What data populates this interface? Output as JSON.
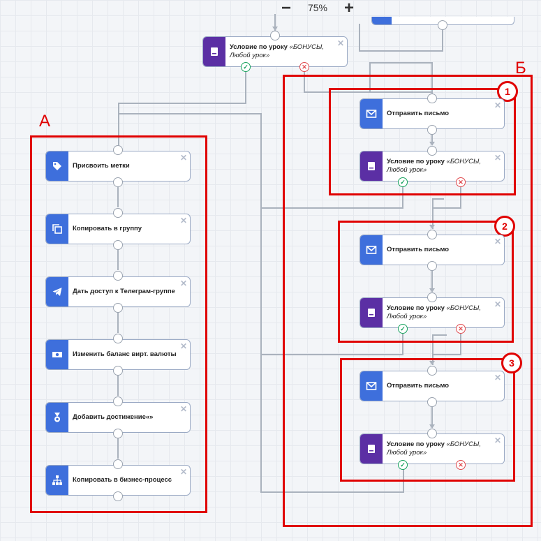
{
  "toolbar": {
    "zoom_out": "−",
    "zoom_level": "75%",
    "zoom_in": "+"
  },
  "top_condition": {
    "title": "Условие по уроку ",
    "detail": "«БОНУСЫ, Любой урок»"
  },
  "group_a": {
    "letter": "А",
    "nodes": [
      {
        "label": "Присвоить метки",
        "icon": "tag-icon"
      },
      {
        "label": "Копировать в группу",
        "icon": "copy-icon"
      },
      {
        "label": "Дать доступ к Телеграм-группе",
        "icon": "telegram-icon"
      },
      {
        "label": "Изменить баланс вирт. валюты",
        "icon": "banknote-icon"
      },
      {
        "label": "Добавить достижение«»",
        "icon": "medal-icon"
      },
      {
        "label": "Копировать в бизнес-процесс",
        "icon": "org-chart-icon"
      }
    ]
  },
  "group_b": {
    "letter": "Б",
    "blocks": [
      {
        "number": "1",
        "send_label": "Отправить письмо",
        "cond_title": "Условие по уроку ",
        "cond_detail": "«БОНУСЫ, Любой урок»"
      },
      {
        "number": "2",
        "send_label": "Отправить письмо",
        "cond_title": "Условие по уроку ",
        "cond_detail": "«БОНУСЫ, Любой урок»"
      },
      {
        "number": "3",
        "send_label": "Отправить письмо",
        "cond_title": "Условие по уроку ",
        "cond_detail": "«БОНУСЫ, Любой урок»"
      }
    ]
  },
  "ports": {
    "yes_glyph": "✓",
    "no_glyph": "✕",
    "close_glyph": "✕"
  },
  "colors": {
    "blue": "#3e6fdc",
    "purple": "#5b2fa4",
    "annotation": "#e00000",
    "yes": "#18a35e",
    "no": "#e0494d"
  }
}
